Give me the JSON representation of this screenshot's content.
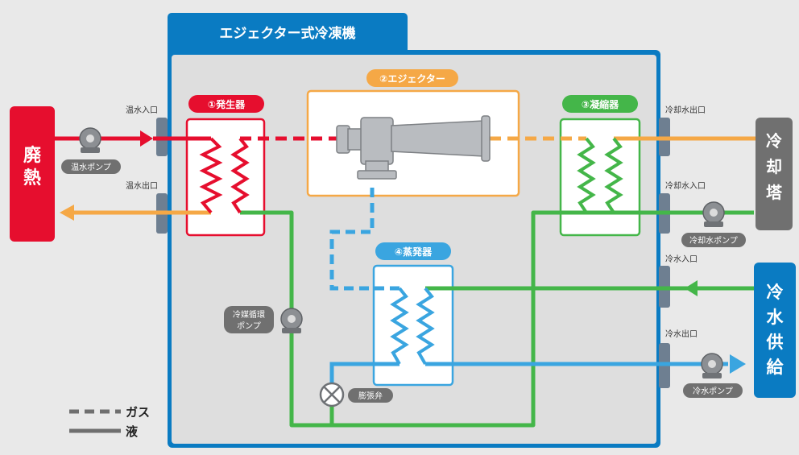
{
  "title": "エジェクター式冷凍機",
  "components": {
    "generator": "①発生器",
    "ejector": "②エジェクター",
    "condenser": "③凝縮器",
    "evaporator": "④蒸発器"
  },
  "external": {
    "waste_heat": "廃熱",
    "cooling_tower": "冷却塔",
    "chilled_water_supply": "冷水供給"
  },
  "ports": {
    "hot_water_in": "温水入口",
    "hot_water_out": "温水出口",
    "cooling_water_out": "冷却水出口",
    "cooling_water_in": "冷却水入口",
    "chilled_water_in": "冷水入口",
    "chilled_water_out": "冷水出口"
  },
  "pumps": {
    "hot_water_pump": "温水ポンプ",
    "cooling_water_pump": "冷却水ポンプ",
    "chilled_water_pump": "冷水ポンプ",
    "refrigerant_pump_line1": "冷媒循環",
    "refrigerant_pump_line2": "ポンプ"
  },
  "valve": "膨張弁",
  "legend": {
    "gas": "ガス",
    "liquid": "液"
  },
  "colors": {
    "red": "#e60e2e",
    "orange": "#f5a846",
    "green": "#44b649",
    "blue": "#3aa5e0",
    "gray": "#6f6f6f",
    "frame_blue": "#0a7bc2"
  }
}
